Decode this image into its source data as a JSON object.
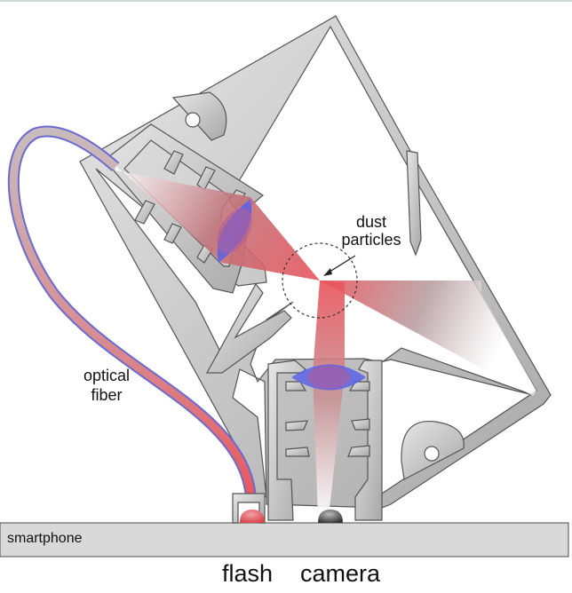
{
  "figure": {
    "title": "Smartphone dust-particle sensor optical setup",
    "labels": {
      "dust_particles": "dust particles",
      "dust_line1": "dust",
      "dust_line2": "particles",
      "optical_fiber_line1": "optical",
      "optical_fiber_line2": "fiber",
      "smartphone": "smartphone",
      "flash": "flash",
      "camera": "camera"
    },
    "colors": {
      "housing_fill": "#d6d6d6",
      "housing_stroke": "#555555",
      "beam": "#e8545c",
      "lens": "#5a63e8",
      "fiber_outline": "#6a6ad0",
      "smartphone_body": "#d9d9d9",
      "flash_led": "#e05a63",
      "camera_lens": "#555555"
    }
  }
}
